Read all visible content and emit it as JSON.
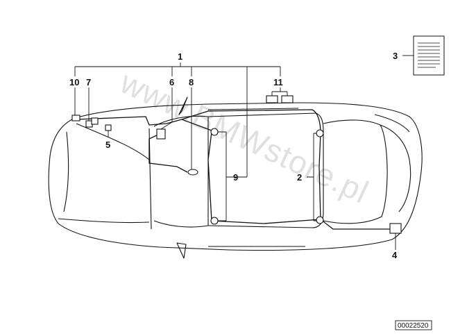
{
  "callouts": {
    "c1": "1",
    "c2": "2",
    "c3": "3",
    "c4": "4",
    "c5": "5",
    "c6": "6",
    "c7": "7",
    "c8": "8",
    "c9": "9",
    "c10": "10",
    "c11": "11"
  },
  "watermark": "www.BMWstore.pl",
  "reference_number": "00022520",
  "colors": {
    "line": "#111111",
    "watermark": "#c8c8c8"
  }
}
